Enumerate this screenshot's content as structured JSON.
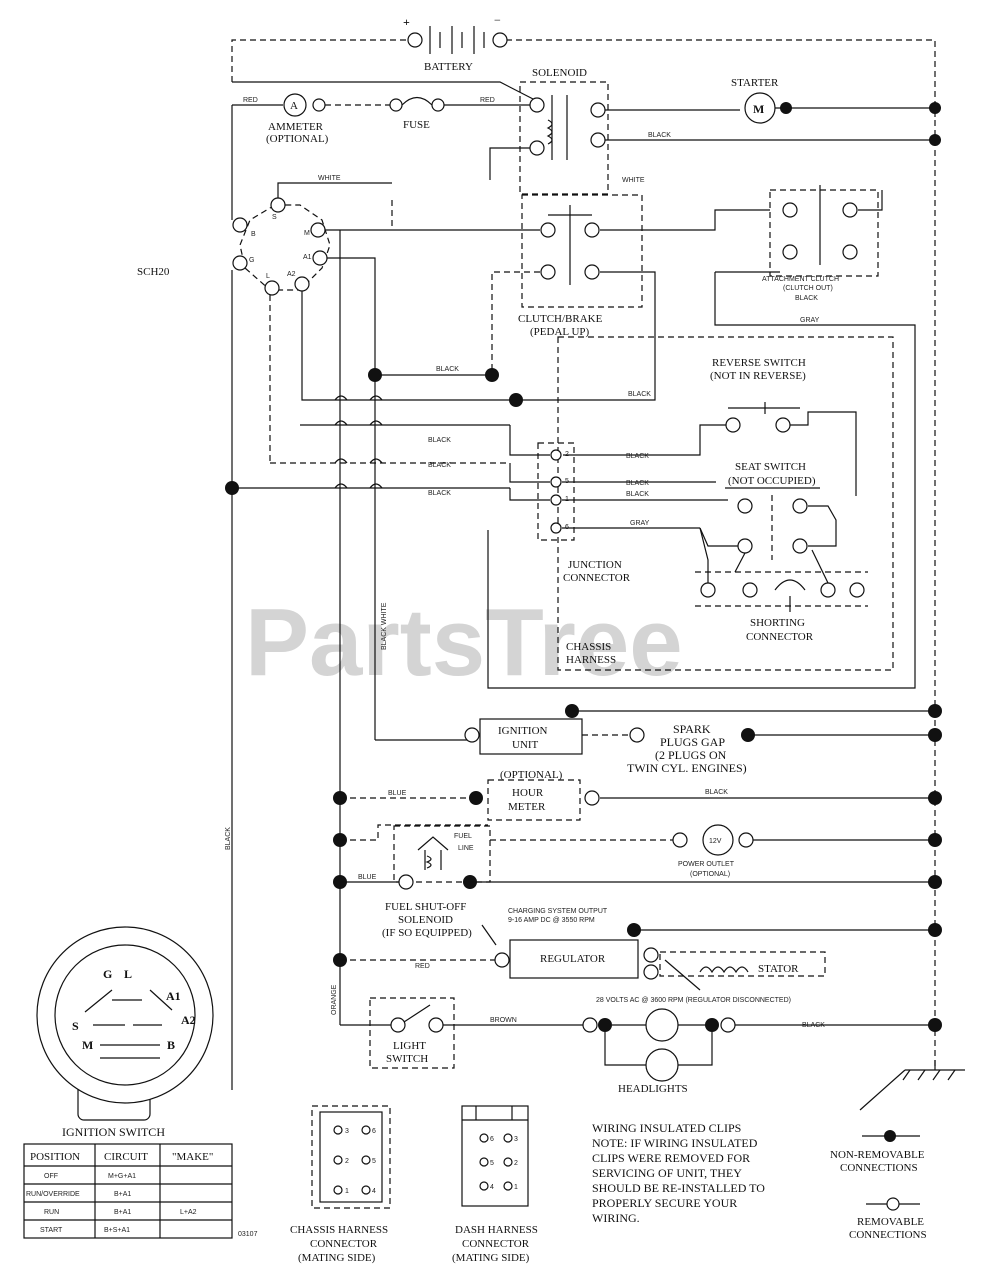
{
  "watermark": "PartsTree",
  "code": "SCH20",
  "drawing_no": "03107",
  "wire_colors": {
    "red": "RED",
    "black": "BLACK",
    "white": "WHITE",
    "gray": "GRAY",
    "blue": "BLUE",
    "orange": "ORANGE",
    "brown": "BROWN",
    "black_white": "BLACK WHITE"
  },
  "components": {
    "battery": "BATTERY",
    "battery_pos": "+",
    "battery_neg": "−",
    "solenoid": "SOLENOID",
    "starter": "STARTER",
    "starter_symbol": "M",
    "ammeter": [
      "AMMETER",
      "(OPTIONAL)"
    ],
    "ammeter_symbol": "A",
    "fuse": "FUSE",
    "ignition_pins": [
      "B",
      "S",
      "M",
      "A1",
      "A2",
      "L",
      "G"
    ],
    "clutch_brake": [
      "CLUTCH/BRAKE",
      "(PEDAL UP)"
    ],
    "attachment_clutch": [
      "ATTACHMENT CLUTCH",
      "(CLUTCH OUT)"
    ],
    "reverse_switch": [
      "REVERSE SWITCH",
      "(NOT IN REVERSE)"
    ],
    "seat_switch": [
      "SEAT SWITCH",
      "(NOT OCCUPIED)"
    ],
    "junction_connector": [
      "JUNCTION",
      "CONNECTOR"
    ],
    "junction_pins": [
      "2",
      "5",
      "1",
      "6"
    ],
    "shorting_connector": [
      "SHORTING",
      "CONNECTOR"
    ],
    "chassis_harness": [
      "CHASSIS",
      "HARNESS"
    ],
    "ignition_unit": [
      "IGNITION",
      "UNIT"
    ],
    "spark_plugs": [
      "SPARK",
      "PLUGS GAP",
      "(2 PLUGS ON",
      "TWIN CYL. ENGINES)"
    ],
    "hour_meter": [
      "(OPTIONAL)",
      "HOUR",
      "METER"
    ],
    "fuel_line": [
      "FUEL",
      "LINE"
    ],
    "power_outlet": [
      "POWER OUTLET",
      "(OPTIONAL)"
    ],
    "power_outlet_symbol": "12V",
    "fuel_solenoid": [
      "FUEL SHUT-OFF",
      "SOLENOID",
      "(IF SO EQUIPPED)"
    ],
    "charging": [
      "CHARGING SYSTEM OUTPUT",
      "9-16 AMP DC @ 3550 RPM"
    ],
    "regulator": "REGULATOR",
    "stator": "STATOR",
    "stator_note": "28 VOLTS AC @ 3600 RPM (REGULATOR DISCONNECTED)",
    "light_switch": [
      "LIGHT",
      "SWITCH"
    ],
    "headlights": "HEADLIGHTS"
  },
  "ignition_switch": {
    "title": "IGNITION SWITCH",
    "terminals": [
      "G",
      "L",
      "A1",
      "A2",
      "S",
      "M",
      "B"
    ],
    "table": {
      "headers": [
        "POSITION",
        "CIRCUIT",
        "\"MAKE\""
      ],
      "rows": [
        [
          "OFF",
          "M+G+A1",
          ""
        ],
        [
          "RUN/OVERRIDE",
          "B+A1",
          ""
        ],
        [
          "RUN",
          "B+A1",
          "L+A2"
        ],
        [
          "START",
          "B+S+A1",
          ""
        ]
      ]
    }
  },
  "connectors": {
    "chassis": [
      "CHASSIS HARNESS",
      "CONNECTOR",
      "(MATING SIDE)"
    ],
    "dash": [
      "DASH HARNESS",
      "CONNECTOR",
      "(MATING SIDE)"
    ],
    "chassis_pins": [
      "3",
      "6",
      "2",
      "5",
      "1",
      "4"
    ],
    "dash_pins": [
      "6",
      "3",
      "5",
      "2",
      "4",
      "1"
    ]
  },
  "notes": {
    "clips": [
      "WIRING INSULATED CLIPS",
      "NOTE: IF WIRING INSULATED",
      "CLIPS WERE REMOVED FOR",
      "SERVICING OF UNIT, THEY",
      "SHOULD BE RE-INSTALLED TO",
      "PROPERLY SECURE YOUR",
      "WIRING."
    ]
  },
  "legend": {
    "non_removable": [
      "NON-REMOVABLE",
      "CONNECTIONS"
    ],
    "removable": [
      "REMOVABLE",
      "CONNECTIONS"
    ]
  }
}
